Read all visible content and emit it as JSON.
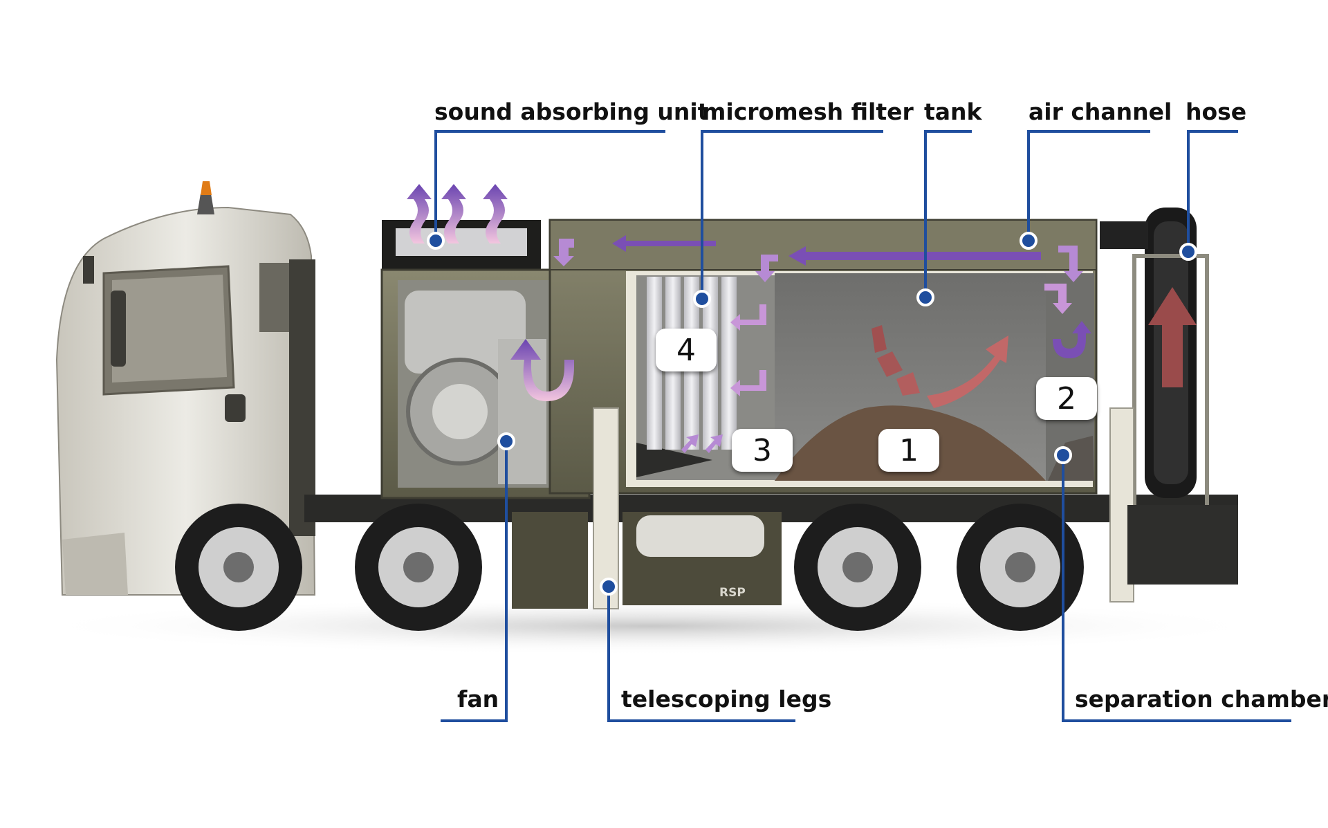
{
  "labels": {
    "sound_absorbing_unit": "sound absorbing unit",
    "micromesh_filter": "micromesh filter",
    "tank": "tank",
    "air_channel": "air channel",
    "hose": "hose",
    "fan": "fan",
    "telescoping_legs": "telescoping legs",
    "separation_chamber": "separation chamber"
  },
  "stage_numbers": [
    "1",
    "2",
    "3",
    "4"
  ],
  "body_text": "RSP",
  "colors": {
    "callout_line": "#1f4e9e",
    "flow_arrow": "#7a4fb5",
    "flow_arrow_light": "#e8b4d8",
    "debris_arrow": "#b85a5a",
    "cab": "#d9d6cc",
    "body": "#6b6a55",
    "tank_interior": "#7a7a78"
  },
  "icons": [
    "up-wave-arrow",
    "u-turn-arrow",
    "flow-arrow",
    "curved-debris-arrow",
    "up-arrow"
  ]
}
